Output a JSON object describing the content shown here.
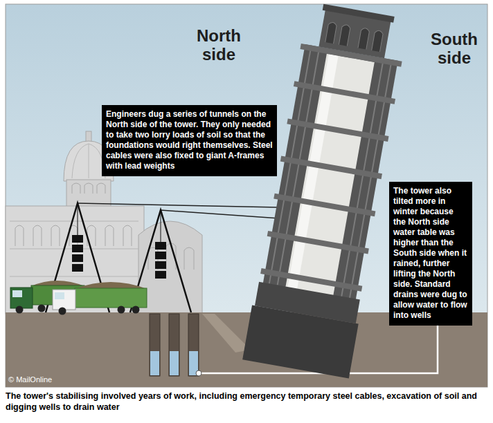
{
  "diagram": {
    "caption": "The tower's stabilising involved years of work, including emergency temporary steel cables, excavation of soil and digging wells to drain water",
    "nodes": [
      {
        "text": [
          "Engineers dug a series of tunnels on the North side of the tower. They only needed to take two lorry loads of soil so that the foundations would right themselves. Steel cables were also fixed to giant A-frames with lead weights"
        ]
      },
      {
        "text": [
          "The tower also tilted more in winter because the North side water table was higher than the South side when it rained, further lifting the North side. Standard drains were dug to allow water to flow into wells"
        ]
      }
    ],
    "labels": [
      "North side",
      "South side",
      "© MailOnline"
    ]
  }
}
